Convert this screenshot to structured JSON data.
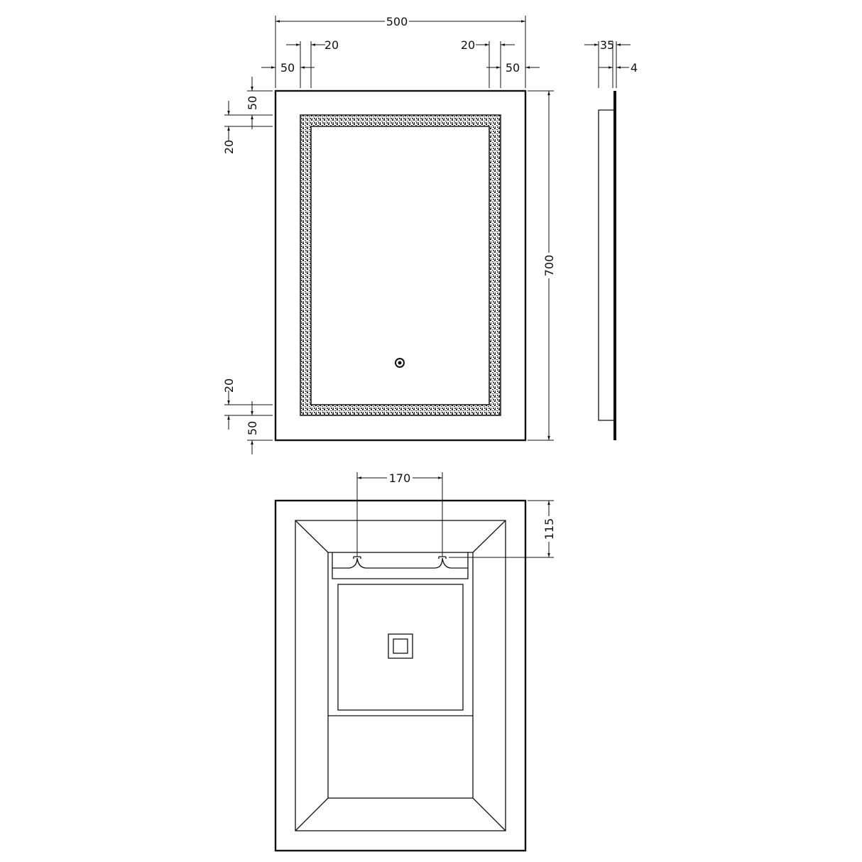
{
  "drawing": {
    "front_view": {
      "width": "500",
      "height": "700",
      "left_border": "50",
      "left_led": "20",
      "right_led": "20",
      "right_border": "50",
      "top_border": "50",
      "top_led": "20",
      "bottom_led": "20",
      "bottom_border": "50"
    },
    "side_view": {
      "depth": "35",
      "glass": "4"
    },
    "rear_view": {
      "bracket_spacing": "170",
      "bracket_drop": "115"
    },
    "line_color": "#111111"
  }
}
